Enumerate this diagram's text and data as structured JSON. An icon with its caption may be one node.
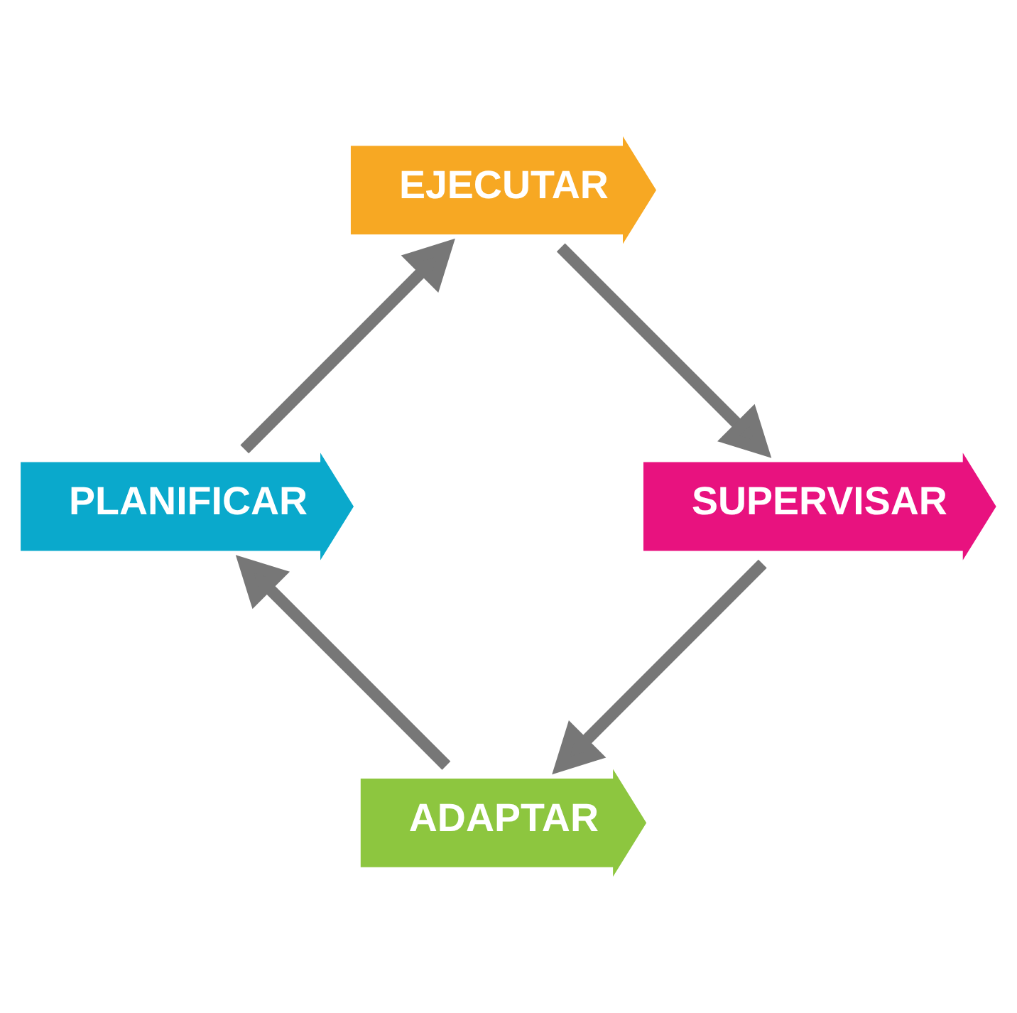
{
  "diagram": {
    "nodes": [
      {
        "text": [
          "ADAPTAR"
        ]
      },
      {
        "text": [
          "PLANIFICAR"
        ]
      },
      {
        "text": [
          "EJECUTAR"
        ]
      },
      {
        "text": [
          "SUPERVISAR"
        ]
      }
    ],
    "edges": [
      {
        "from": 0,
        "to": 1,
        "arrow": "to"
      },
      {
        "from": 1,
        "to": 2,
        "arrow": "to"
      },
      {
        "from": 2,
        "to": 3,
        "arrow": "to"
      },
      {
        "from": 3,
        "to": 0,
        "arrow": "to"
      }
    ]
  }
}
